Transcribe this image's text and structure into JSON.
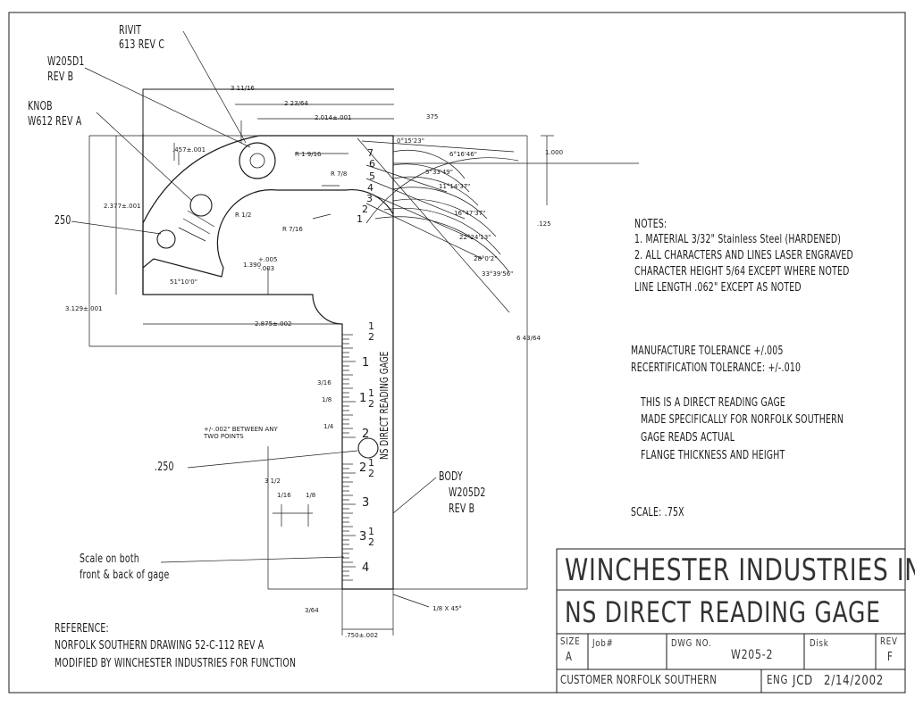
{
  "callouts": {
    "rivit": [
      "RIVIT",
      "613 REV C"
    ],
    "w205d1": [
      "W205D1",
      "REV B"
    ],
    "knob": [
      "KNOB",
      "W612 REV A"
    ],
    "body": [
      "BODY",
      "W205D2",
      "REV B"
    ],
    "scale_both": [
      "Scale on both",
      "front & back of gage"
    ],
    "hole_250_a": "250",
    "hole_250_b": ".250"
  },
  "dimensions": {
    "d_3_11_16": "3 11/16",
    "d_2_23_64": "2 23/64",
    "d_2_014": "2.014±.001",
    "d_375": "375",
    "d_457": ".457±.001",
    "d_2_377": "2.377±.001",
    "d_3_129": "3.129±.001",
    "d_2_875": "2.875±.002",
    "d_1_000": "1.000",
    "d_125": ".125",
    "d_6_43_64": "6 43/64",
    "d_3_1_2": "3 1/2",
    "d_3_64": "3/64",
    "d_750": ".750±.002",
    "d_1_8x45": "1/8 X 45°",
    "d_1_390": "1.390",
    "d_tol_plus": "+.005",
    "d_tol_minus": "-.003",
    "d_51": "51°10'0\"",
    "r_1_9_16": "R 1 9/16",
    "r_7_8": "R 7/8",
    "r_1_2": "R 1/2",
    "r_7_16": "R 7/16",
    "between": [
      "+/-.002\" BETWEEN ANY",
      "TWO POINTS"
    ],
    "frac_3_16": "3/16",
    "frac_1_8": "1/8",
    "frac_1_4": "1/4",
    "frac_1_16_b": "1/16",
    "frac_1_8_b": "1/8"
  },
  "angles": [
    "0°15'23\"",
    "6°16'46\"",
    "5°33'49\"",
    "11°14'37\"",
    "16°47'37\"",
    "22°24'13\"",
    "28°0'2\"",
    "33°39'56\""
  ],
  "arc_scale": [
    "7",
    "6",
    "5",
    "4",
    "3",
    "2",
    "1"
  ],
  "ruler": {
    "label": "NS DIRECT READING GAGE",
    "marks": {
      "m_half": [
        "1",
        "2"
      ],
      "m_1": "1",
      "m_1half": [
        "1",
        "1",
        "2"
      ],
      "m_2": "2",
      "m_2half": [
        "2",
        "1",
        "2"
      ],
      "m_3": "3",
      "m_3half": [
        "3",
        "1",
        "2"
      ],
      "m_4": "4"
    }
  },
  "notes": {
    "header": "NOTES:",
    "lines": [
      "1. MATERIAL 3/32\" Stainless Steel  (HARDENED)",
      "2. ALL CHARACTERS AND LINES LASER ENGRAVED",
      "CHARACTER HEIGHT 5/64 EXCEPT WHERE NOTED",
      "LINE LENGTH .062\" EXCEPT AS NOTED"
    ],
    "tolerance": [
      "MANUFACTURE TOLERANCE +/.005",
      "RECERTIFICATION TOLERANCE: +/-.010"
    ],
    "description": [
      "THIS IS A DIRECT READING GAGE",
      "MADE SPECIFICALLY FOR NORFOLK SOUTHERN",
      "GAGE READS ACTUAL",
      "FLANGE THICKNESS AND HEIGHT"
    ],
    "scale": "SCALE: .75X"
  },
  "reference": [
    "REFERENCE:",
    "NORFOLK SOUTHERN DRAWING 52-C-112 REV A",
    "MODIFIED BY WINCHESTER INDUSTRIES FOR FUNCTION"
  ],
  "title_block": {
    "company": "WINCHESTER INDUSTRIES INC.",
    "title": "NS DIRECT READING GAGE",
    "size_label": "SIZE",
    "size": "A",
    "job_label": "Job#",
    "dwg_label": "DWG NO.",
    "dwg_no": "W205-2",
    "disk_label": "Disk",
    "rev_label": "REV",
    "rev": "F",
    "customer": "CUSTOMER  NORFOLK SOUTHERN",
    "eng_label": "ENG",
    "eng": "JCD",
    "date": "2/14/2002"
  }
}
